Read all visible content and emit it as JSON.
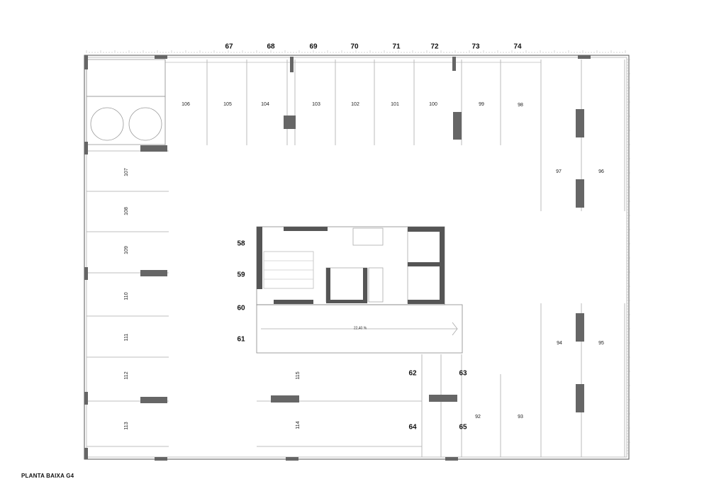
{
  "drawing": {
    "title": "PLANTA BAIXA G4",
    "ramp_label": "22,40 %",
    "column_numbers": {
      "top": [
        "67",
        "68",
        "69",
        "70",
        "71",
        "72",
        "73",
        "74"
      ],
      "core_left": [
        "58",
        "59",
        "60",
        "61"
      ],
      "right": [
        "62",
        "63",
        "64",
        "65"
      ]
    },
    "parking_spots": {
      "top_row": [
        "106",
        "105",
        "104",
        "103",
        "102",
        "101",
        "100",
        "99",
        "98"
      ],
      "right_upper": [
        "97",
        "96"
      ],
      "left_column": [
        "107",
        "108",
        "109",
        "110",
        "111",
        "112",
        "113"
      ],
      "right_lower": [
        "94",
        "95"
      ],
      "bottom_middle": [
        "115",
        "114"
      ],
      "bottom_right": [
        "92",
        "93"
      ]
    }
  }
}
